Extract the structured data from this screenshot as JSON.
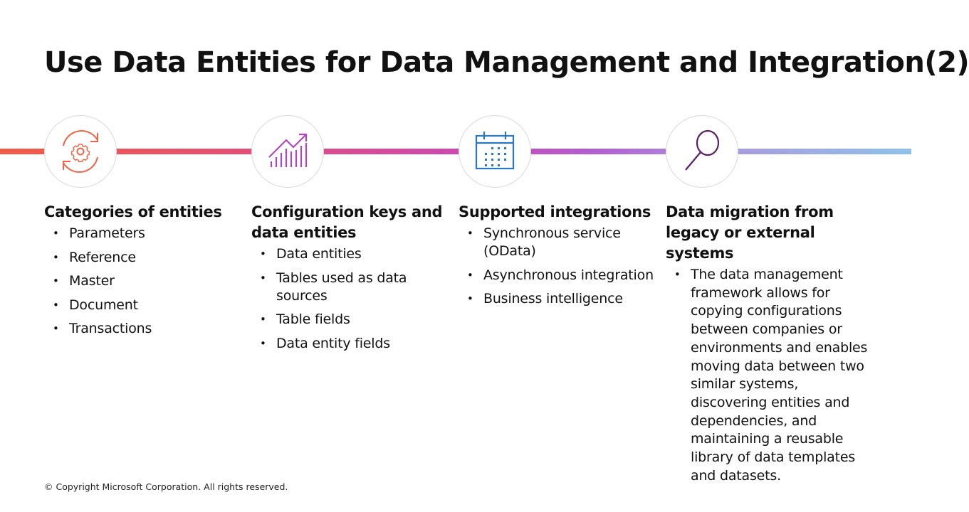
{
  "slide": {
    "title": "Use Data Entities for Data Management and Integration(2)",
    "footer": "© Copyright Microsoft Corporation. All rights reserved.",
    "timeline_colors": [
      "#f25c44",
      "#e44f72",
      "#cd48b0",
      "#b45dd1",
      "#a99adf",
      "#8ec2ea"
    ]
  },
  "columns": [
    {
      "icon": "refresh-gear-icon",
      "icon_color": "#ef6448",
      "heading": "Categories of entities",
      "bullets": [
        "Parameters",
        "Reference",
        "Master",
        "Document",
        "Transactions"
      ]
    },
    {
      "icon": "growth-chart-icon",
      "icon_color": "#b146c2",
      "heading": "Configuration keys and data entities",
      "bullets": [
        "Data entities",
        "Tables used as data sources",
        "Table fields",
        "Data entity fields"
      ]
    },
    {
      "icon": "calendar-icon",
      "icon_color": "#2a78c3",
      "heading": "Supported integrations",
      "bullets": [
        "Synchronous service (OData)",
        "Asynchronous integration",
        "Business intelligence"
      ]
    },
    {
      "icon": "magnifier-icon",
      "icon_color": "#5a1f66",
      "heading": "Data migration from legacy or external systems",
      "bullets": [
        "The data management framework allows for copying configurations between companies or environments and enables moving data between two similar systems, discovering entities and dependencies, and maintaining a reusable library of data templates and datasets."
      ]
    }
  ],
  "bullet_char": "•"
}
